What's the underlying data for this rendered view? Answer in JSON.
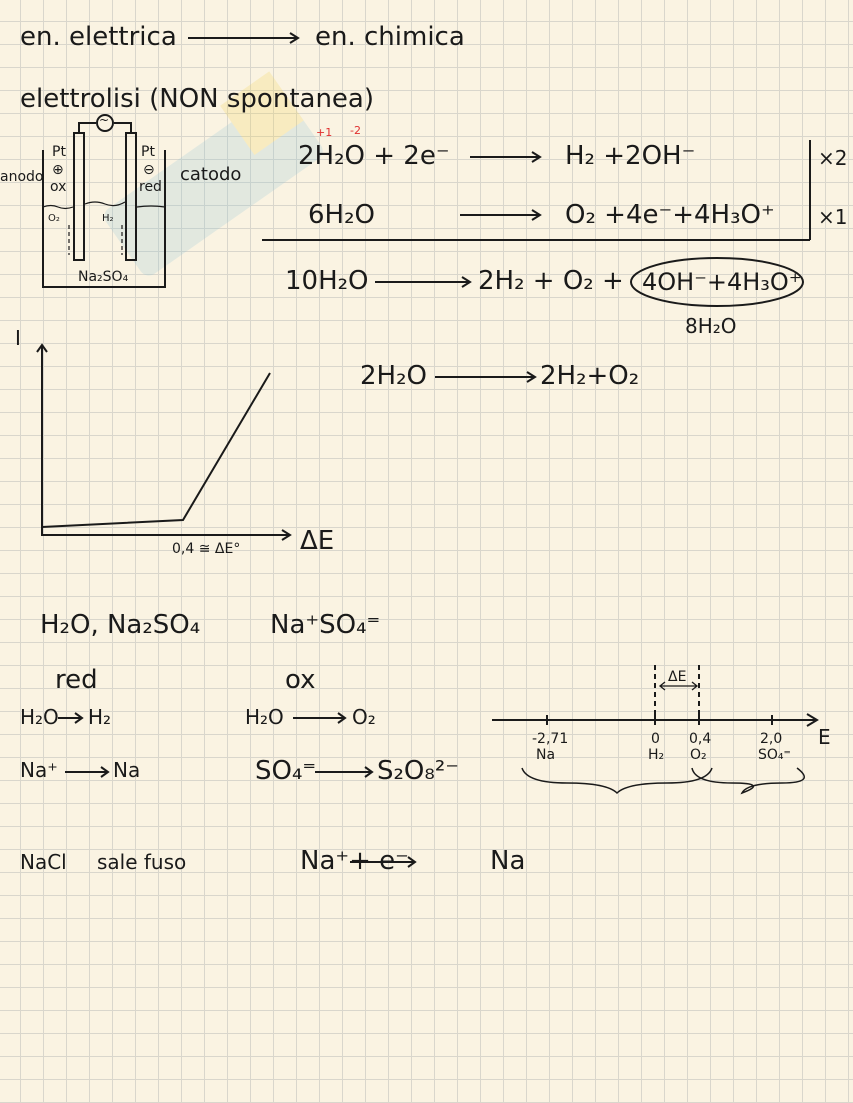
{
  "line1": {
    "left": "en. elettrica",
    "right": "en. chimica"
  },
  "title": "elettrolisi (NON spontanea)",
  "cell": {
    "anode": "anodo",
    "anode_metal": "Pt",
    "anode_sign": "⊕",
    "anode_proc": "ox",
    "anode_gas": "O₂",
    "cathode": "catodo",
    "cathode_metal": "Pt",
    "cathode_sign": "⊖",
    "cathode_proc": "red",
    "cathode_gas": "H₂",
    "electrolyte": "Na₂SO₄",
    "source": "~"
  },
  "eq1": {
    "left": "2H₂O + 2e⁻",
    "ox_h": "+1",
    "ox_o": "-2",
    "right": "H₂ +2OH⁻",
    "mult": "×2"
  },
  "eq2": {
    "left": "6H₂O",
    "right": "O₂ +4e⁻+4H₃O⁺",
    "mult": "×1"
  },
  "eq3": {
    "left": "10H₂O",
    "right": "2H₂ + O₂ +",
    "circled": "4OH⁻+4H₃O⁺",
    "note": "8H₂O"
  },
  "eq4": {
    "left": "2H₂O",
    "right": "2H₂+O₂"
  },
  "graph": {
    "ylabel": "I",
    "xlabel": "ΔE",
    "threshold": "0,4 ≅ ΔE°"
  },
  "species": {
    "a": "H₂O, Na₂SO₄",
    "b": "Na⁺SO₄⁼"
  },
  "red": {
    "label": "red",
    "r1_left": "H₂O",
    "r1_right": "H₂",
    "r2_left": "Na⁺",
    "r2_right": "Na"
  },
  "ox": {
    "label": "ox",
    "r1_left": "H₂O",
    "r1_right": "O₂",
    "r2_left": "SO₄⁼",
    "r2_right": "S₂O₈²⁻"
  },
  "scale": {
    "axis": "E",
    "delta": "ΔE",
    "ticks": [
      {
        "v": "-2,71",
        "s": "Na"
      },
      {
        "v": "0",
        "s": "H₂"
      },
      {
        "v": "0,4",
        "s": "O₂"
      },
      {
        "v": "2,0",
        "s": "SO₄⁼"
      }
    ]
  },
  "nacl": {
    "left": "NaCl",
    "desc": "sale fuso",
    "eq_left": "Na⁺+ e⁻",
    "eq_right": "Na"
  }
}
